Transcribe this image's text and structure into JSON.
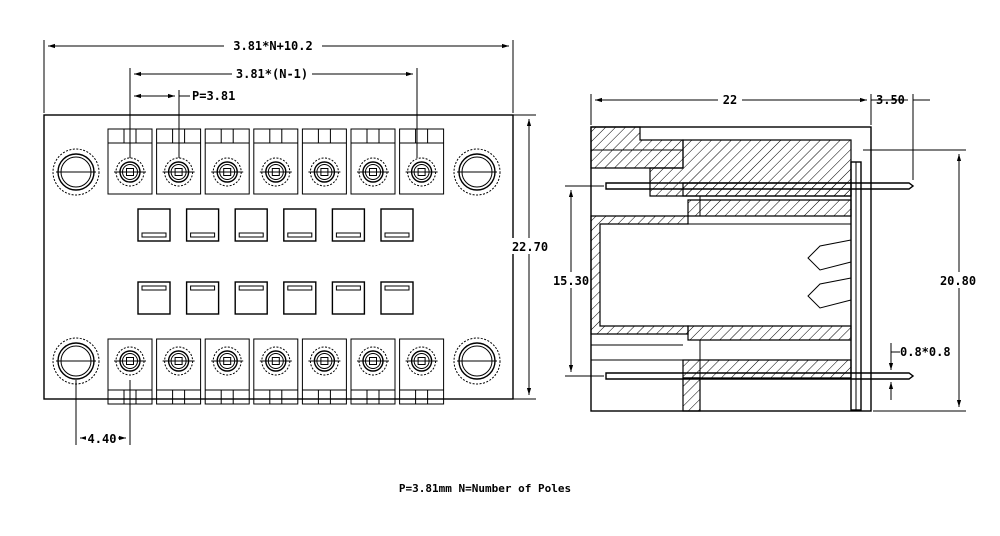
{
  "front_view": {
    "dims": {
      "overall_width": "3.81*N+10.2",
      "span": "3.81*(N-1)",
      "pitch": "P=3.81",
      "height": "22.70",
      "edge_offset": "4.40"
    }
  },
  "side_view": {
    "dims": {
      "depth": "22",
      "pin_extension": "3.50",
      "inner_height": "15.30",
      "outer_height": "20.80",
      "pin_size": "0.8*0.8"
    }
  },
  "note": "P=3.81mm   N=Number of Poles"
}
